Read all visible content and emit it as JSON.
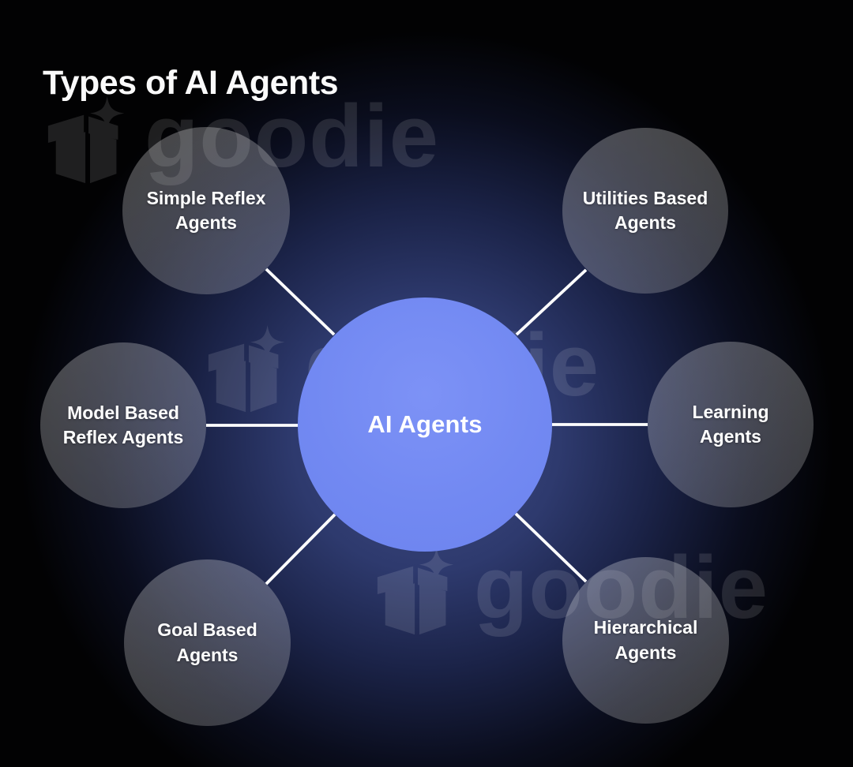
{
  "page": {
    "title": "Types of AI Agents"
  },
  "diagram": {
    "center": {
      "label": "AI Agents",
      "fill_color": "#7289f2",
      "text_color": "#ffffff"
    },
    "nodes": [
      {
        "id": "simple-reflex",
        "label": "Simple Reflex Agents"
      },
      {
        "id": "utilities-based",
        "label": "Utilities Based Agents"
      },
      {
        "id": "model-based",
        "label": "Model Based Reflex Agents"
      },
      {
        "id": "learning",
        "label": "Learning Agents"
      },
      {
        "id": "goal-based",
        "label": "Goal Based Agents"
      },
      {
        "id": "hierarchical",
        "label": "Hierarchical Agents"
      }
    ],
    "node_fill_color": "rgba(255,255,255,0.22)",
    "connector_color": "#ffffff",
    "background_glow_color": "#2e3a6e",
    "background_base_color": "#000000"
  },
  "watermark": {
    "text": "goodie",
    "logo": "gift-box-sparkle-icon"
  }
}
